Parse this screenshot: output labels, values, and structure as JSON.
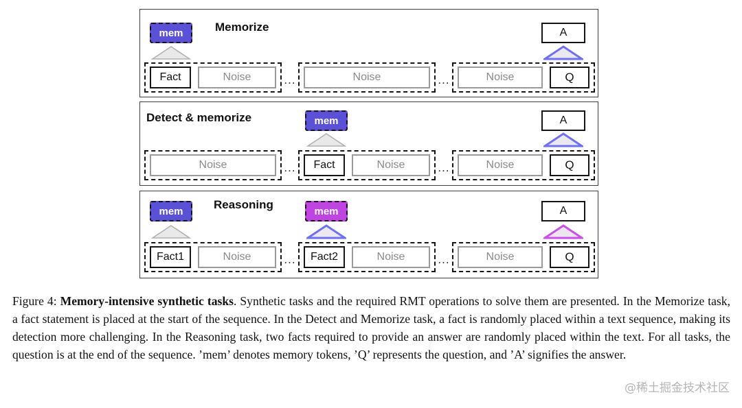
{
  "colors": {
    "mem_blue": "#5b51d6",
    "mem_magenta": "#c044e2",
    "triangle_gray_stroke": "#b0b0b0",
    "triangle_blue_stroke": "#6f6ff2",
    "triangle_magenta_stroke": "#c84fe8",
    "triangle_fill": "#e9e9e9",
    "noise_border": "#9a9a9a"
  },
  "panels": [
    {
      "title": "Memorize",
      "mem1_label": "mem",
      "answer_label": "A",
      "dots": "...",
      "seg1": {
        "box1": "Fact",
        "box2": "Noise"
      },
      "seg2": {
        "box1": "Noise"
      },
      "seg3": {
        "box1": "Noise",
        "box2": "Q"
      }
    },
    {
      "title": "Detect & memorize",
      "mem1_label": "mem",
      "answer_label": "A",
      "dots": "...",
      "seg1": {
        "box1": "Noise"
      },
      "seg2": {
        "box1": "Fact",
        "box2": "Noise"
      },
      "seg3": {
        "box1": "Noise",
        "box2": "Q"
      }
    },
    {
      "title": "Reasoning",
      "mem1_label": "mem",
      "mem2_label": "mem",
      "answer_label": "A",
      "dots": "...",
      "seg1": {
        "box1": "Fact1",
        "box2": "Noise"
      },
      "seg2": {
        "box1": "Fact2",
        "box2": "Noise"
      },
      "seg3": {
        "box1": "Noise",
        "box2": "Q"
      }
    }
  ],
  "caption": {
    "prefix": "Figure 4: ",
    "bold": "Memory-intensive synthetic tasks",
    "rest": ". Synthetic tasks and the required RMT operations to solve them are presented. In the Memorize task, a fact statement is placed at the start of the sequence. In the Detect and Memorize task, a fact is randomly placed within a text sequence, making its detection more challenging. In the Reasoning task, two facts required to provide an answer are randomly placed within the text. For all tasks, the question is at the end of the sequence. ’mem’ denotes memory tokens, ’Q’ represents the question, and ’A’ signifies the answer."
  },
  "watermark": "@稀土掘金技术社区"
}
